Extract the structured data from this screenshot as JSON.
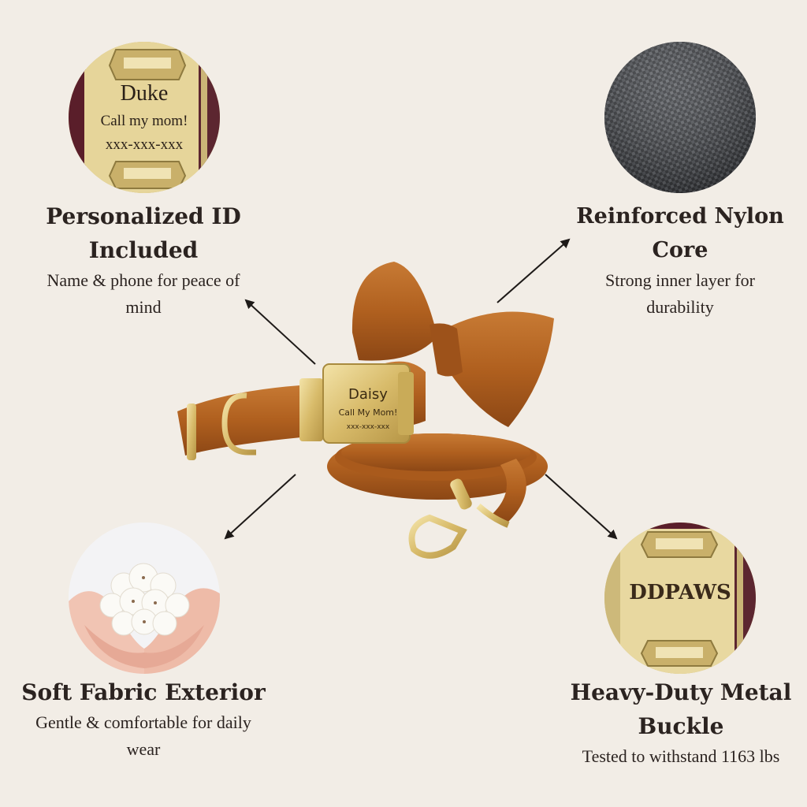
{
  "features": {
    "personalized": {
      "title_line1": "Personalized ID",
      "title_line2": "Included",
      "desc_line1": "Name & phone for peace of",
      "desc_line2": "mind",
      "icon": "id-tag-icon"
    },
    "nylon": {
      "title": "Reinforced Nylon Core",
      "desc_line1": "Strong inner layer for",
      "desc_line2": "durability",
      "icon": "nylon-weave-icon"
    },
    "fabric": {
      "title": "Soft Fabric Exterior",
      "desc_line1": "Gentle & comfortable for daily",
      "desc_line2": "wear",
      "icon": "cotton-hands-icon"
    },
    "buckle": {
      "title_line1": "Heavy-Duty Metal",
      "title_line2": "Buckle",
      "desc": "Tested to withstand 1163 lbs",
      "icon": "metal-buckle-icon"
    }
  },
  "id_tag": {
    "name": "Duke",
    "line1": "Call my mom!",
    "line2": "xxx-xxx-xxx"
  },
  "product_tag": {
    "name": "Daisy",
    "line1": "Call My Mom!",
    "line2": "xxx-xxx-xxx"
  },
  "brand": "DDPAWS",
  "colors": {
    "background": "#f2ede6",
    "text": "#2b2320",
    "velvet": "#b5621f",
    "gold": "#d8c282"
  }
}
